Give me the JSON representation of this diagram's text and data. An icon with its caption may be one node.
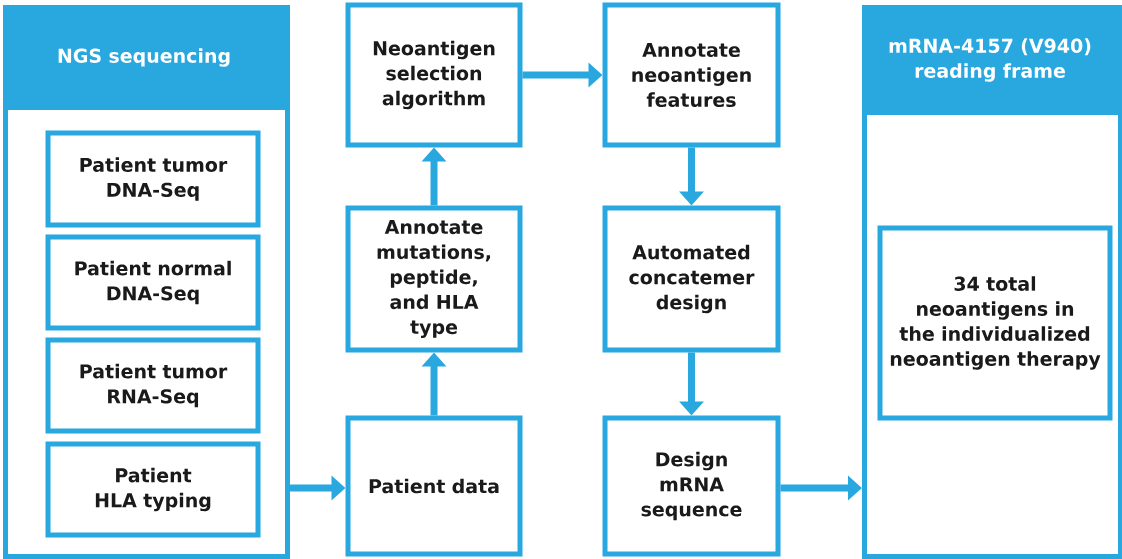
{
  "diagram": {
    "nodes": [
      {
        "text": [
          "NGS sequencing"
        ]
      },
      {
        "text": [
          "Patient tumor DNA-Seq"
        ],
        "in": 0
      },
      {
        "text": [
          "Patient normal DNA-Seq"
        ],
        "in": 0
      },
      {
        "text": [
          "Patient tumor RNA-Seq"
        ],
        "in": 0
      },
      {
        "text": [
          "Patient HLA typing"
        ],
        "in": 0
      },
      {
        "text": [
          "Neoantigen selection algorithm"
        ]
      },
      {
        "text": [
          "Annotate mutations, peptide, and HLA type"
        ]
      },
      {
        "text": [
          "Patient data"
        ]
      },
      {
        "text": [
          "Annotate neoantigen features"
        ]
      },
      {
        "text": [
          "Automated concatemer design"
        ]
      },
      {
        "text": [
          "Design mRNA sequence"
        ]
      },
      {
        "text": [
          "mRNA-4157 (V940) reading frame"
        ]
      },
      {
        "text": [
          "34 total neoantigens in the individualized neoantigen therapy"
        ],
        "in": 11
      }
    ],
    "edges": [
      {
        "from": 0,
        "to": 7,
        "arrow": "to"
      },
      {
        "from": 7,
        "to": 6,
        "arrow": "to"
      },
      {
        "from": 6,
        "to": 5,
        "arrow": "to"
      },
      {
        "from": 5,
        "to": 8,
        "arrow": "to"
      },
      {
        "from": 8,
        "to": 9,
        "arrow": "to"
      },
      {
        "from": 9,
        "to": 10,
        "arrow": "to"
      },
      {
        "from": 10,
        "to": 11,
        "arrow": "to"
      }
    ]
  }
}
